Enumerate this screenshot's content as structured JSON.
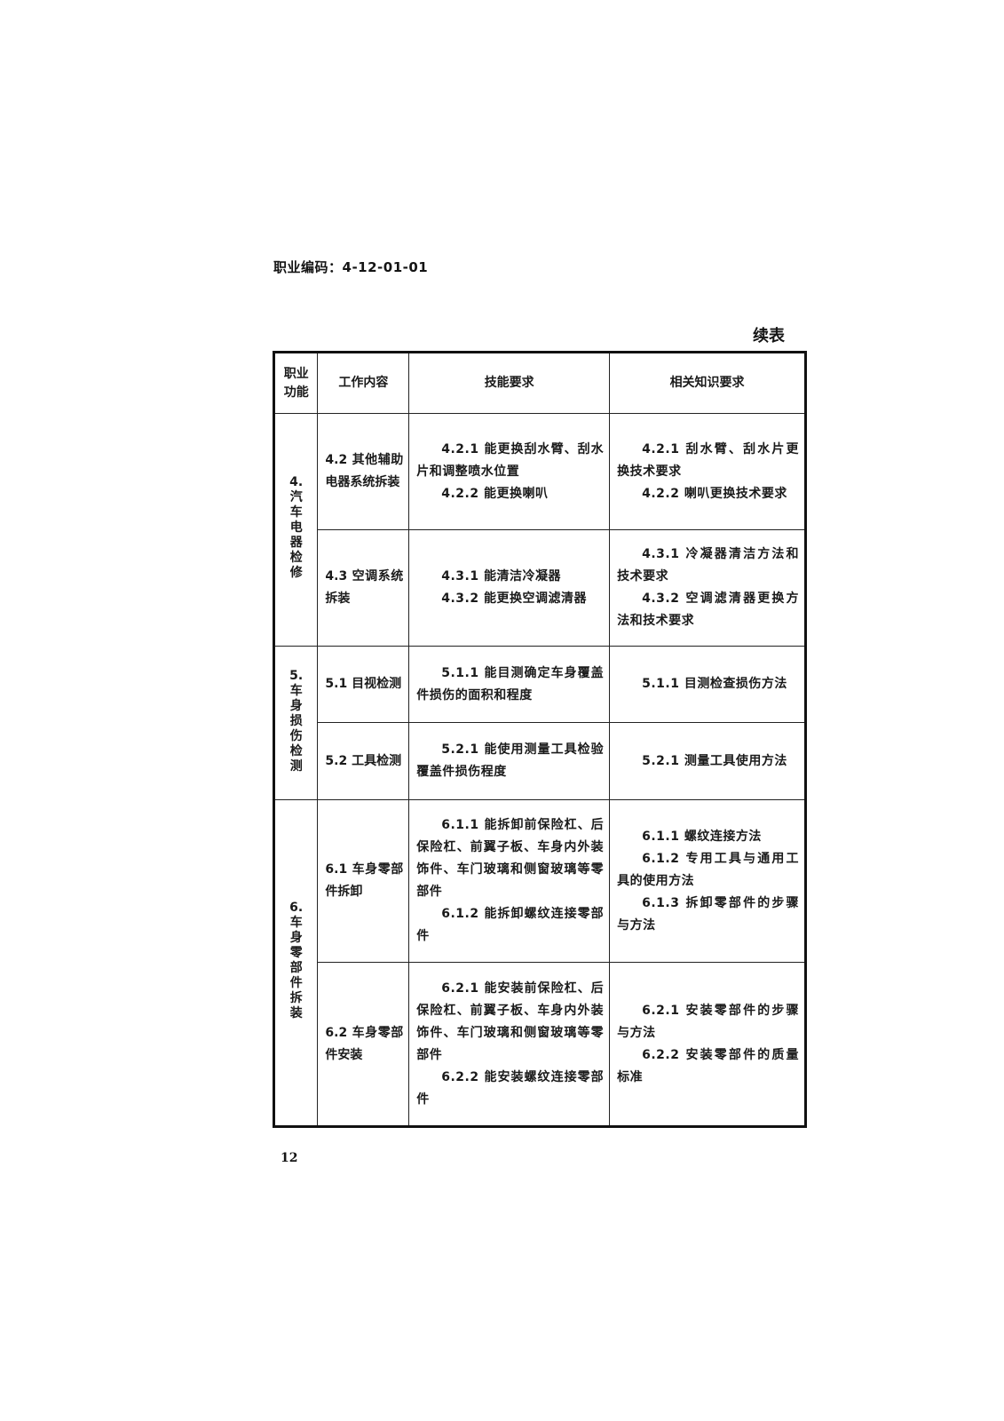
{
  "page": {
    "occupation_code": "职业编码：4-12-01-01",
    "continued": "续表",
    "page_number": "12"
  },
  "table": {
    "headers": {
      "function": "职业功能",
      "work": "工作内容",
      "skill": "技能要求",
      "knowledge": "相关知识要求"
    },
    "groups": [
      {
        "function": "4.汽车电器检修",
        "rows": [
          {
            "work": "4.2 其他辅助电器系统拆装",
            "skills": [
              "4.2.1 能更换刮水臂、刮水片和调整喷水位置",
              "4.2.2 能更换喇叭"
            ],
            "knowledge": [
              "4.2.1 刮水臂、刮水片更换技术要求",
              "4.2.2 喇叭更换技术要求"
            ]
          },
          {
            "work": "4.3 空调系统拆装",
            "skills": [
              "4.3.1 能清洁冷凝器",
              "4.3.2 能更换空调滤清器"
            ],
            "knowledge": [
              "4.3.1 冷凝器清洁方法和技术要求",
              "4.3.2 空调滤清器更换方法和技术要求"
            ]
          }
        ]
      },
      {
        "function": "5.车身损伤检测",
        "rows": [
          {
            "work": "5.1 目视检测",
            "skills": [
              "5.1.1 能目测确定车身覆盖件损伤的面积和程度"
            ],
            "knowledge": [
              "5.1.1 目测检查损伤方法"
            ]
          },
          {
            "work": "5.2 工具检测",
            "skills": [
              "5.2.1 能使用测量工具检验覆盖件损伤程度"
            ],
            "knowledge": [
              "5.2.1 测量工具使用方法"
            ]
          }
        ]
      },
      {
        "function": "6.车身零部件拆装",
        "rows": [
          {
            "work": "6.1 车身零部件拆卸",
            "skills": [
              "6.1.1 能拆卸前保险杠、后保险杠、前翼子板、车身内外装饰件、车门玻璃和侧窗玻璃等零部件",
              "6.1.2 能拆卸螺纹连接零部件"
            ],
            "knowledge": [
              "6.1.1 螺纹连接方法",
              "6.1.2 专用工具与通用工具的使用方法",
              "6.1.3 拆卸零部件的步骤与方法"
            ]
          },
          {
            "work": "6.2 车身零部件安装",
            "skills": [
              "6.2.1 能安装前保险杠、后保险杠、前翼子板、车身内外装饰件、车门玻璃和侧窗玻璃等零部件",
              "6.2.2 能安装螺纹连接零部件"
            ],
            "knowledge": [
              "6.2.1 安装零部件的步骤与方法",
              "6.2.2 安装零部件的质量标准"
            ]
          }
        ]
      }
    ]
  }
}
